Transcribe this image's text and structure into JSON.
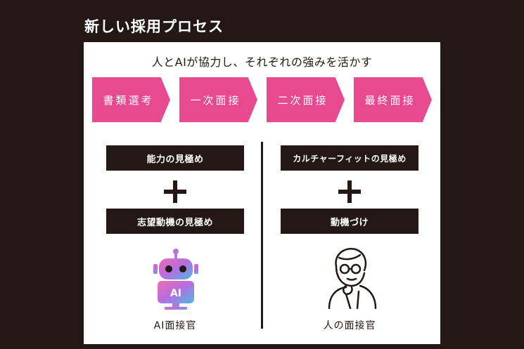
{
  "header": {
    "title": "新しい採用プロセス"
  },
  "panel": {
    "subtitle": "人とAIが協力し、それぞれの強みを活かす",
    "steps": [
      {
        "label": "書類選考"
      },
      {
        "label": "一次面接"
      },
      {
        "label": "二次面接"
      },
      {
        "label": "最終面接"
      }
    ],
    "left": {
      "box1": "能力の見極め",
      "box2": "志望動機の見極め",
      "robot_screen_text": "AI",
      "caption": "AI面接官"
    },
    "right": {
      "box1": "カルチャーフィットの見極め",
      "box2": "動機づけ",
      "caption": "人の面接官"
    },
    "colors": {
      "accent": "#e84a8f",
      "dark": "#231815",
      "background": "#231815"
    }
  }
}
